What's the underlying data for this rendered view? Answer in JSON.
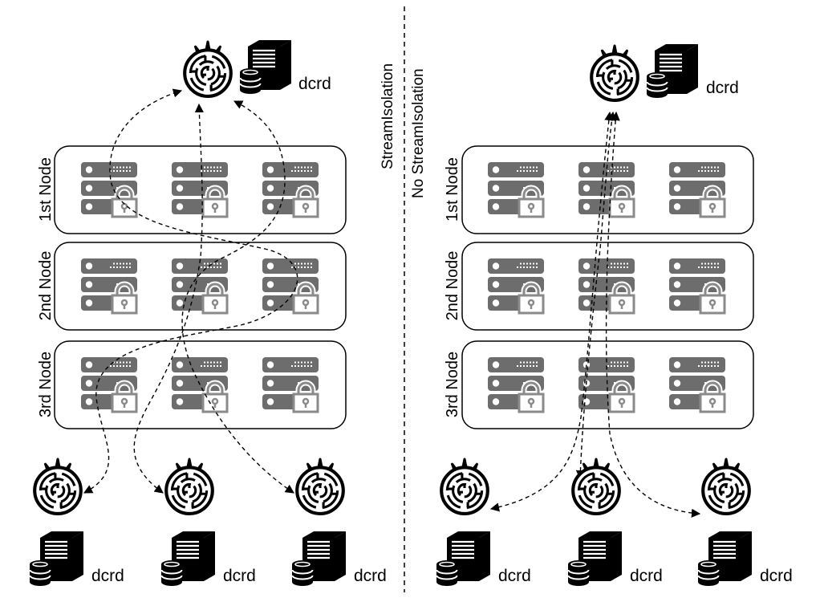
{
  "labels": {
    "streamisolation": "StreamIsolation",
    "no_streamisolation": "No StreamIsolation"
  },
  "left_panel": {
    "top_node_label": "dcrd",
    "tor_layers": [
      {
        "label": "1st Node"
      },
      {
        "label": "2nd Node"
      },
      {
        "label": "3rd Node"
      }
    ],
    "bottom_nodes": [
      {
        "label": "dcrd"
      },
      {
        "label": "dcrd"
      },
      {
        "label": "dcrd"
      }
    ]
  },
  "right_panel": {
    "top_node_label": "dcrd",
    "tor_layers": [
      {
        "label": "1st Node"
      },
      {
        "label": "2nd Node"
      },
      {
        "label": "3rd Node"
      }
    ],
    "bottom_nodes": [
      {
        "label": "dcrd"
      },
      {
        "label": "dcrd"
      },
      {
        "label": "dcrd"
      }
    ]
  },
  "icons": {
    "tor_node": "tor-onion-icon",
    "server_tower": "server-tower-icon",
    "database": "database-icon",
    "relay": "relay-server-icon",
    "lock": "lock-icon"
  },
  "colors": {
    "relay_gray": "#6d6d6d",
    "lock_gray": "#8a8a8a",
    "line": "#000000",
    "background": "#ffffff"
  }
}
